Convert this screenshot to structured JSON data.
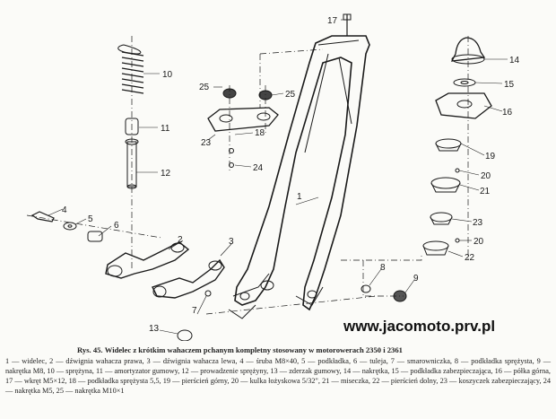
{
  "figure": {
    "numbers": [
      "1",
      "2",
      "3",
      "4",
      "5",
      "6",
      "8",
      "9",
      "10",
      "11",
      "12",
      "13",
      "14",
      "15",
      "16",
      "17",
      "18",
      "19",
      "20",
      "20",
      "21",
      "22",
      "23",
      "23",
      "24",
      "25",
      "25",
      "7"
    ]
  },
  "watermark": "www.jacomoto.prv.pl",
  "caption": {
    "label": "Rys. 45.",
    "title": "Widelec z krótkim wahaczem pchanym kompletny stosowany w motorowerach 2350 i 2361",
    "legend": "1 — widelec, 2 — dźwignia wahacza prawa, 3 — dźwignia wahacza lewa, 4 — śruba M8×40, 5 — podkładka, 6 — tuleja, 7 — smarowniczka, 8 — podkładka sprężysta, 9 — nakrętka M8, 10 — sprężyna, 11 — amortyzator gumowy, 12 — prowadzenie sprężyny, 13 — zderzak gumowy, 14 — nakrętka, 15 — podkładka zabezpieczająca, 16 — półka górna, 17 — wkręt M5×12, 18 — podkładka sprężysta 5,5, 19 — pierścień górny, 20 — kulka łożyskowa 5/32\", 21 — miseczka, 22 — pierścień dolny, 23 — koszyczek zabezpieczający, 24 — nakrętka M5, 25 — nakrętka M10×1"
  }
}
